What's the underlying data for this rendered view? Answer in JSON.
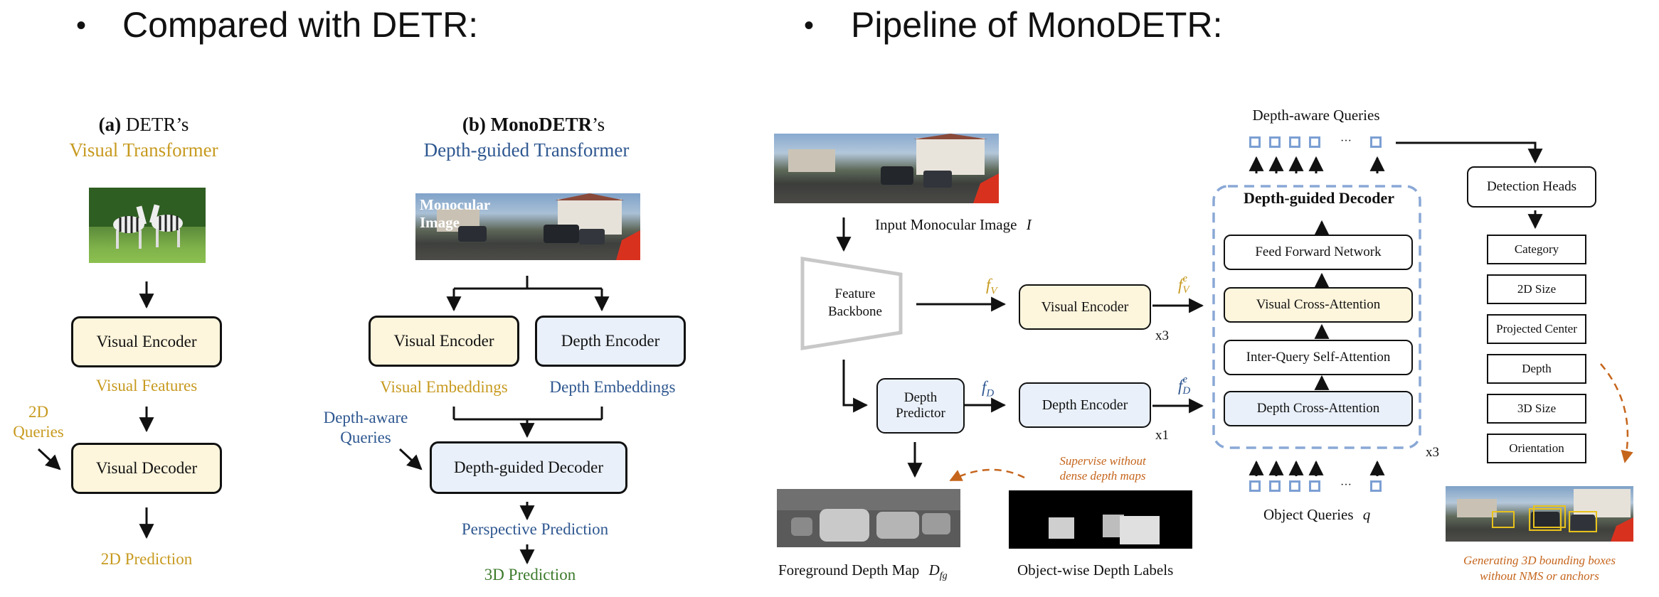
{
  "left_section": {
    "bullet": "•",
    "heading": "Compared with DETR:",
    "a": {
      "prefix": "(a)",
      "name": "DETR’s",
      "subtitle": "Visual Transformer",
      "visual_encoder": "Visual Encoder",
      "visual_features": "Visual Features",
      "queries": "2D\nQueries",
      "visual_decoder": "Visual Decoder",
      "prediction": "2D Prediction"
    },
    "b": {
      "prefix": "(b)",
      "name_bold": "MonoDETR",
      "name_suffix": "’s",
      "subtitle": "Depth-guided Transformer",
      "image_caption": "Monocular\nImage",
      "visual_encoder": "Visual Encoder",
      "depth_encoder": "Depth Encoder",
      "visual_embeddings": "Visual Embeddings",
      "depth_embeddings": "Depth Embeddings",
      "queries": "Depth-aware\nQueries",
      "decoder": "Depth-guided Decoder",
      "perspective": "Perspective Prediction",
      "prediction": "3D Prediction"
    }
  },
  "right_section": {
    "bullet": "•",
    "heading": "Pipeline of MonoDETR:",
    "input_image": "Input Monocular Image",
    "input_symbol": "I",
    "backbone": "Feature\nBackbone",
    "fv": "f",
    "fv_sub": "V",
    "visual_encoder": "Visual Encoder",
    "x3_enc": "x3",
    "fve": "f",
    "fve_sub": "V",
    "fve_sup": "e",
    "depth_predictor": "Depth\nPredictor",
    "fd": "f",
    "fd_sub": "D",
    "depth_encoder": "Depth Encoder",
    "x1_enc": "x1",
    "fde": "f",
    "fde_sub": "D",
    "fde_sup": "e",
    "supervise_note": "Supervise without\ndense depth maps",
    "fg_map_label": "Foreground Depth Map",
    "fg_map_symbol": "D",
    "fg_map_sub": "fg",
    "depth_labels_label": "Object-wise Depth Labels",
    "depth_aware_queries": "Depth-aware Queries",
    "dots": "···",
    "decoder_title": "Depth-guided Decoder",
    "decoder_layers": [
      "Feed Forward Network",
      "Visual Cross-Attention",
      "Inter-Query Self-Attention",
      "Depth Cross-Attention"
    ],
    "x3_dec": "x3",
    "object_queries": "Object Queries",
    "object_queries_symbol": "q",
    "detection_heads": "Detection Heads",
    "heads": [
      "Category",
      "2D Size",
      "Projected Center",
      "Depth",
      "3D Size",
      "Orientation"
    ],
    "generating_note": "Generating 3D bounding boxes\nwithout NMS or anchors"
  },
  "colors": {
    "gold": "#c79a1f",
    "blue_text": "#2e5790",
    "green_text": "#3d7a2c",
    "orange_note": "#c5651c",
    "yellow_box": "#fdf5dc",
    "blue_box": "#e9f0fa",
    "query_square": "#7c9fd3",
    "decoder_border": "#8aa8d6"
  }
}
